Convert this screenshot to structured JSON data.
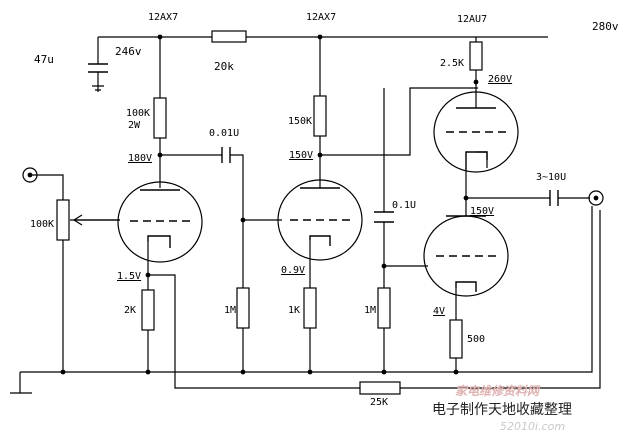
{
  "tubes": {
    "v1_type": "12AX7",
    "v2_type": "12AX7",
    "v3_type": "12AU7"
  },
  "supply": {
    "main_voltage": "280v",
    "node_voltage": "246v",
    "filter_cap": "47u",
    "dropping_resistor": "20k"
  },
  "stage1": {
    "pot": "100K",
    "plate_resistor_value": "100K",
    "plate_resistor_power": "2W",
    "plate_voltage": "180V",
    "cathode_voltage": "1.5V",
    "cathode_resistor": "2K",
    "coupling_cap": "0.01U",
    "grid_resistor": "1M"
  },
  "stage2": {
    "plate_resistor": "150K",
    "plate_voltage": "150V",
    "cathode_voltage": "0.9V",
    "cathode_resistor": "1K",
    "coupling_cap": "0.1U",
    "grid_resistor": "1M"
  },
  "stage3": {
    "plate_resistor": "2.5K",
    "upper_plate_voltage": "260V",
    "midpoint_voltage": "150V",
    "output_cap": "3~10U",
    "cathode_voltage": "4V",
    "cathode_resistor": "500"
  },
  "feedback": {
    "resistor": "25K"
  },
  "caption": "电子制作天地收藏整理",
  "watermark": {
    "text": "家电维修资料网",
    "url": "52010i.com"
  }
}
